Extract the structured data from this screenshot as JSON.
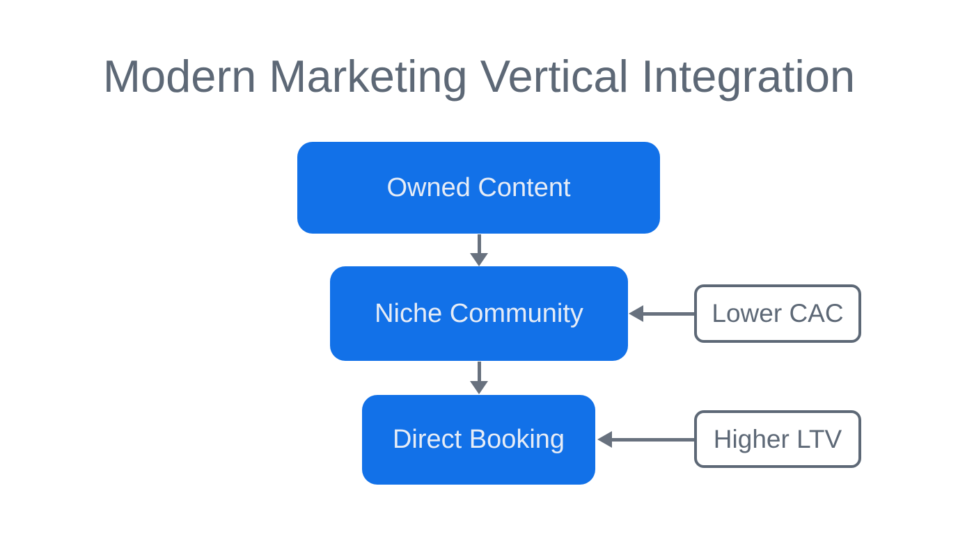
{
  "title": "Modern Marketing Vertical Integration",
  "flow": {
    "nodes": [
      {
        "id": "owned-content",
        "label": "Owned Content"
      },
      {
        "id": "niche-community",
        "label": "Niche Community"
      },
      {
        "id": "direct-booking",
        "label": "Direct Booking"
      }
    ],
    "connections": [
      {
        "from": "Owned Content",
        "to": "Niche Community",
        "direction": "down"
      },
      {
        "from": "Niche Community",
        "to": "Direct Booking",
        "direction": "down"
      }
    ]
  },
  "annotations": [
    {
      "id": "lower-cac",
      "label": "Lower CAC",
      "points_to": "Niche Community"
    },
    {
      "id": "higher-ltv",
      "label": "Higher LTV",
      "points_to": "Direct Booking"
    }
  ],
  "colors": {
    "background": "#ffffff",
    "node_fill": "#1271e8",
    "node_text": "#e6ecf6",
    "title_text": "#5d6876",
    "arrow": "#68717e",
    "annotation_border": "#5d6876",
    "annotation_text": "#5d6876",
    "annotation_fill": "#ffffff"
  }
}
